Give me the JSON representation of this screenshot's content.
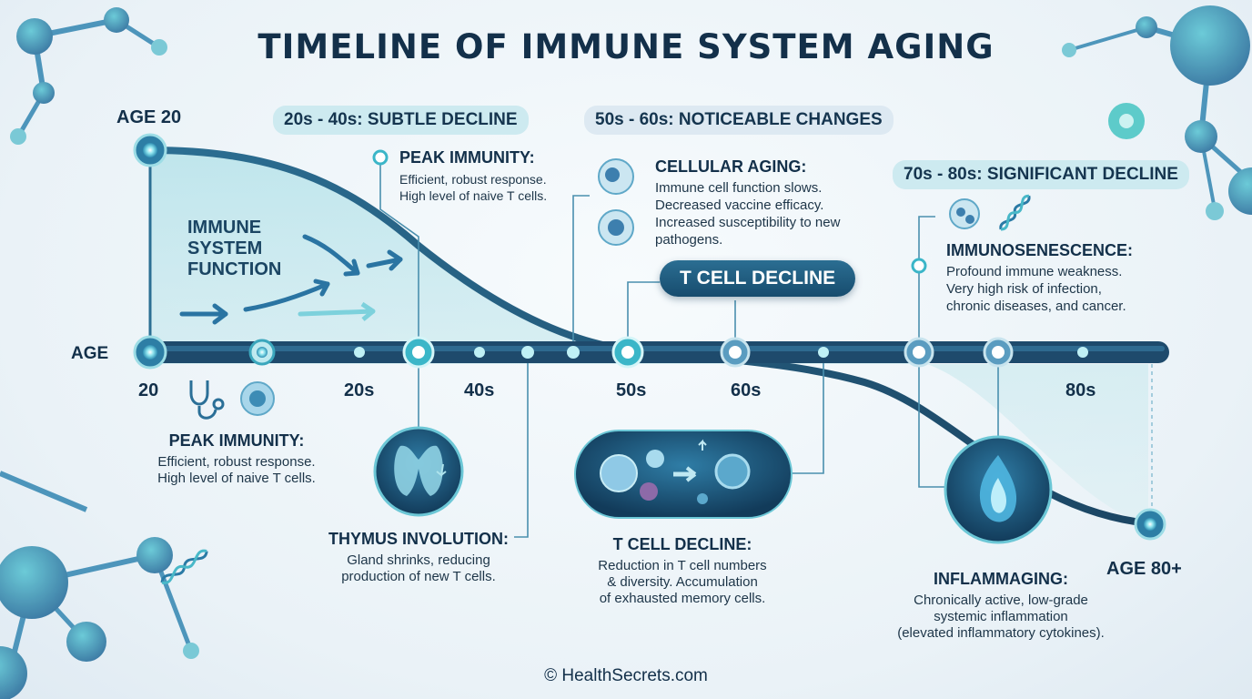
{
  "title": "TIMELINE OF IMMUNE SYSTEM AGING",
  "axis": {
    "label": "AGE",
    "ticks": [
      "20",
      "20s",
      "40s",
      "50s",
      "60s",
      "80s"
    ],
    "start_label": "AGE 20",
    "end_label": "AGE 80+"
  },
  "curve_label": "IMMUNE SYSTEM FUNCTION",
  "phases": [
    {
      "label": "20s - 40s: SUBTLE DECLINE"
    },
    {
      "label": "50s - 60s: NOTICEABLE CHANGES"
    },
    {
      "label": "70s - 80s: SIGNIFICANT DECLINE"
    }
  ],
  "callouts": {
    "peak_top": {
      "title": "PEAK IMMUNITY:",
      "lines": [
        "Efficient, robust response.",
        "High level of naive T cells."
      ]
    },
    "peak_bottom": {
      "title": "PEAK IMMUNITY:",
      "lines": [
        "Efficient, robust response.",
        "High level of naive T cells."
      ]
    },
    "thymus": {
      "title": "THYMUS INVOLUTION:",
      "lines": [
        "Gland shrinks, reducing",
        "production of new T cells."
      ]
    },
    "cellular": {
      "title": "CELLULAR AGING:",
      "lines": [
        "Immune cell function slows.",
        "Decreased vaccine efficacy.",
        "Increased susceptibility to new",
        "pathogens."
      ]
    },
    "tcell_badge": "T CELL DECLINE",
    "tcell": {
      "title": "T CELL DECLINE:",
      "lines": [
        "Reduction in T cell numbers",
        "& diversity. Accumulation",
        "of exhausted memory cells."
      ]
    },
    "immuno": {
      "title": "IMMUNOSENESCENCE:",
      "lines": [
        "Profound immune weakness.",
        "Very high risk of infection,",
        "chronic diseases, and cancer."
      ]
    },
    "inflamm": {
      "title": "INFLAMMAGING:",
      "lines": [
        "Chronically active, low-grade",
        "systemic inflammation",
        "(elevated inflammatory cytokines)."
      ]
    }
  },
  "icons": [
    "stethoscope-icon",
    "cell-icon",
    "thymus-icon",
    "macrophage-icon",
    "lymphocyte-icon",
    "t-cells-to-virus-icon",
    "cell-cluster-icon",
    "dna-icon",
    "flame-icon",
    "virus-icon"
  ],
  "colors": {
    "navy": "#13304a",
    "teal": "#3bb6c8",
    "curve": "#2c6f93",
    "pill": "#cdeaf0"
  },
  "copyright": "© HealthSecrets.com"
}
